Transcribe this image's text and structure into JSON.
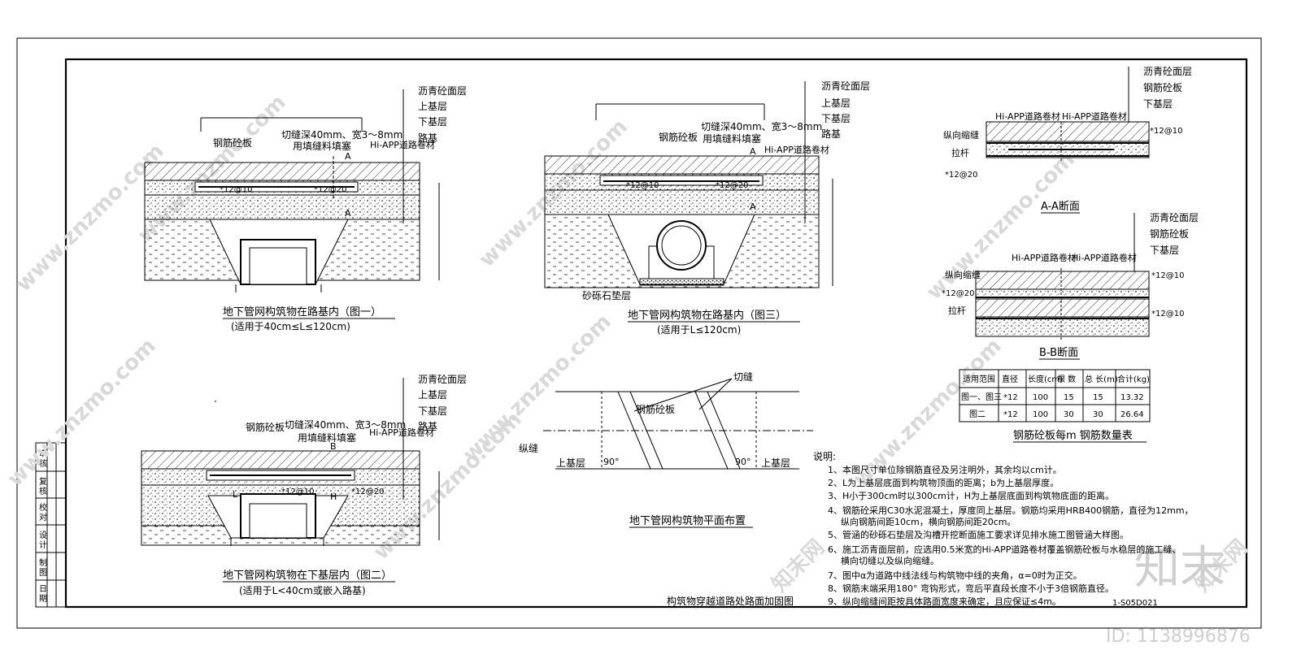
{
  "drawing": {
    "title": "构筑物穿越道路处路面加固图",
    "code": "1-S05D021"
  },
  "layers": {
    "asphalt": "沥青砼面层",
    "upper_base": "上基层",
    "lower_base": "下基层",
    "subgrade": "路基",
    "rc_slab": "钢筋砼板",
    "membrane": "Hi-APP道路卷材",
    "cut_joint": "切缝深40mm、宽3～8mm",
    "fill": "用填缝料填塞",
    "gravel": "砂砾石垫层",
    "long_joint": "纵向缩缝",
    "tie_bar": "拉杆",
    "bar_1": "*12@10",
    "bar_2": "*12@20",
    "mark_a": "A",
    "mark_b": "B",
    "mark_h": "H",
    "mark_l": "L"
  },
  "fig1": {
    "title": "地下管网构筑物在路基内（图一）",
    "subtitle": "(适用于40cm≤L≤120cm)"
  },
  "fig2": {
    "title": "地下管网构筑物在下基层内（图二）",
    "subtitle": "(适用于L<40cm或嵌入路基)"
  },
  "fig3": {
    "title": "地下管网构筑物在路基内（图三）",
    "subtitle": "(适用于L≤120cm)"
  },
  "sec_a": {
    "title": "A-A断面"
  },
  "sec_b": {
    "title": "B-B断面"
  },
  "plan": {
    "title": "地下管网构筑物平面布置",
    "cut": "切缝",
    "slab": "钢筋砼板",
    "long_joint": "纵缝",
    "upper_base": "上基层",
    "angle": "90°"
  },
  "rebar_table": {
    "title": "钢筋砼板每m 钢筋数量表",
    "headers": [
      "适用范围",
      "直径",
      "长度(cm)",
      "根 数",
      "总 长(m)",
      "合计(kg)"
    ],
    "rows": [
      [
        "图一、图三",
        "*12",
        "100",
        "15",
        "15",
        "13.32"
      ],
      [
        "图二",
        "*12",
        "100",
        "30",
        "30",
        "26.64"
      ]
    ]
  },
  "notes": {
    "heading": "说明:",
    "items": [
      "1、本图尺寸单位除钢筋直径及另注明外，其余均以cm计。",
      "2、L为上基层底面到构筑物顶面的距离；b为上基层厚度。",
      "3、H小于300cm时以300cm计，H为上基层底面到构筑物底面的距离。",
      "4、钢筋砼采用C30水泥混凝土，厚度同上基层。钢筋均采用HRB400钢筋，直径为12mm，",
      "纵向钢筋间距10cm，横向钢筋间距20cm。",
      "5、管涵的砂砾石垫层及沟槽开挖断面施工要求详见排水施工图管涵大样图。",
      "6、施工沥青面层前，应选用0.5米宽的Hi-APP道路卷材覆盖钢筋砼板与水稳层的施工缝、",
      "横向切缝以及纵向缩缝。",
      "7、图中α为道路中线法线与构筑物中线的夹角，α=0时为正交。",
      "8、钢筋末端采用180° 弯钩形式，弯后平直段长度不小于3倍钢筋直径。",
      "9、纵向缩缝间距按具体路面宽度来确定，且应保证≤4m。"
    ]
  },
  "title_block": {
    "cells": [
      "审",
      "核",
      "复",
      "核",
      "校",
      "对",
      "设",
      "计",
      "制",
      "图",
      "日",
      "期"
    ]
  },
  "watermark": {
    "site": "www.znzmo.com",
    "brand": "知末网",
    "logo": "知末",
    "id": "ID: 1138996876"
  }
}
